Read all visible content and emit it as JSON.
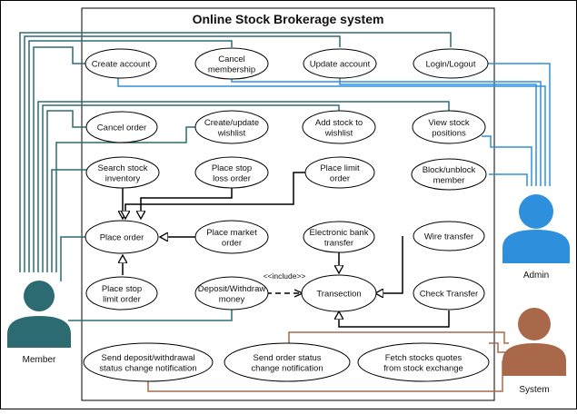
{
  "title": "Online Stock Brokerage system",
  "actors": {
    "member": {
      "label": "Member",
      "color": "#2d6b72"
    },
    "admin": {
      "label": "Admin",
      "color": "#2e8fdc"
    },
    "system": {
      "label": "System",
      "color": "#a9684a"
    }
  },
  "include_label": "<<include>>",
  "use_cases": [
    {
      "id": "create-account",
      "lines": [
        "Create account"
      ]
    },
    {
      "id": "cancel-membership",
      "lines": [
        "Cancel",
        "membership"
      ]
    },
    {
      "id": "update-account",
      "lines": [
        "Update account"
      ]
    },
    {
      "id": "login-logout",
      "lines": [
        "Login/Logout"
      ]
    },
    {
      "id": "cancel-order",
      "lines": [
        "Cancel order"
      ]
    },
    {
      "id": "create-update-wishlist",
      "lines": [
        "Create/update",
        "wishlist"
      ]
    },
    {
      "id": "add-stock-to-wishlist",
      "lines": [
        "Add stock to",
        "wishlist"
      ]
    },
    {
      "id": "view-stock-positions",
      "lines": [
        "View stock",
        "positions"
      ]
    },
    {
      "id": "search-stock-inventory",
      "lines": [
        "Search stock",
        "inventory"
      ]
    },
    {
      "id": "place-stop-loss-order",
      "lines": [
        "Place stop",
        "loss order"
      ]
    },
    {
      "id": "place-limit-order",
      "lines": [
        "Place limit",
        "order"
      ]
    },
    {
      "id": "block-unblock-member",
      "lines": [
        "Block/unblock",
        "member"
      ]
    },
    {
      "id": "place-order",
      "lines": [
        "Place order"
      ]
    },
    {
      "id": "place-market-order",
      "lines": [
        "Place market",
        "order"
      ]
    },
    {
      "id": "electronic-bank-transfer",
      "lines": [
        "Electronic bank",
        "transfer"
      ]
    },
    {
      "id": "wire-transfer",
      "lines": [
        "Wire transfer"
      ]
    },
    {
      "id": "place-stop-limit-order",
      "lines": [
        "Place stop",
        "limit order"
      ]
    },
    {
      "id": "deposit-withdraw-money",
      "lines": [
        "Deposit/Withdraw",
        "money"
      ]
    },
    {
      "id": "transection",
      "lines": [
        "Transection"
      ]
    },
    {
      "id": "check-transfer",
      "lines": [
        "Check Transfer"
      ]
    },
    {
      "id": "send-deposit-notification",
      "lines": [
        "Send deposit/withdrawal",
        "status change notification"
      ]
    },
    {
      "id": "send-order-status-notification",
      "lines": [
        "Send order status",
        "change notification"
      ]
    },
    {
      "id": "fetch-stock-quotes",
      "lines": [
        "Fetch stocks quotes",
        "from stock exchange"
      ]
    }
  ]
}
